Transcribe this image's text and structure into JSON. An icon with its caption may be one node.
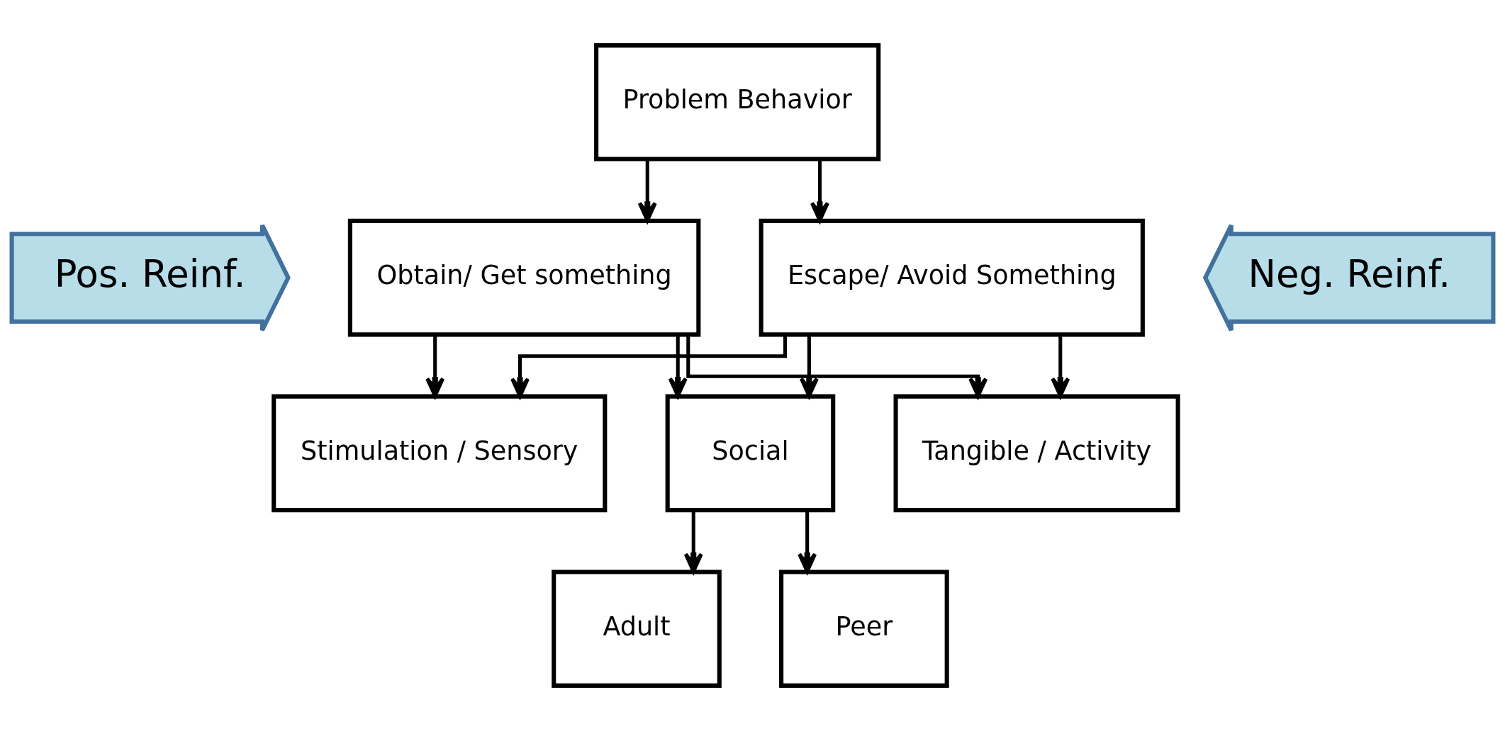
{
  "diagram": {
    "nodes": [
      {
        "text": [
          "Problem Behavior"
        ]
      },
      {
        "text": [
          "Pos. Reinf."
        ]
      },
      {
        "text": [
          "Obtain/ Get something"
        ]
      },
      {
        "text": [
          "Escape/ Avoid Something"
        ]
      },
      {
        "text": [
          "Neg. Reinf."
        ]
      },
      {
        "text": [
          "Stimulation / Sensory"
        ]
      },
      {
        "text": [
          "Social"
        ]
      },
      {
        "text": [
          "Tangible / Activity"
        ]
      },
      {
        "text": [
          "Adult"
        ]
      },
      {
        "text": [
          "Peer"
        ]
      }
    ],
    "edges": [
      {
        "from": 0,
        "to": 2,
        "arrow": "to"
      },
      {
        "from": 0,
        "to": 3,
        "arrow": "to"
      },
      {
        "from": 2,
        "to": 5,
        "arrow": "to"
      },
      {
        "from": 2,
        "to": 6,
        "arrow": "to"
      },
      {
        "from": 2,
        "to": 7,
        "arrow": "to"
      },
      {
        "from": 3,
        "to": 5,
        "arrow": "to"
      },
      {
        "from": 3,
        "to": 6,
        "arrow": "to"
      },
      {
        "from": 3,
        "to": 7,
        "arrow": "to"
      },
      {
        "from": 6,
        "to": 8,
        "arrow": "to"
      },
      {
        "from": 6,
        "to": 9,
        "arrow": "to"
      }
    ]
  }
}
